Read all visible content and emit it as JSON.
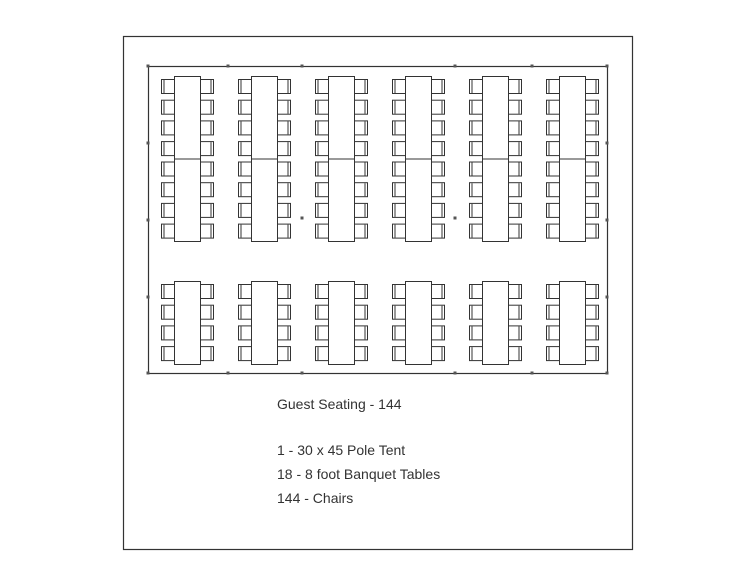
{
  "title": "Guest Seating - 144",
  "items": [
    "1 - 30 x 45 Pole Tent",
    "18 - 8 foot Banquet Tables",
    "144 - Chairs"
  ],
  "layout": {
    "table_columns": 6,
    "top_section_tables_per_column": 2,
    "bottom_section_tables_per_column": 1,
    "chairs_per_table_side": 4
  },
  "colors": {
    "line": "#333333"
  }
}
